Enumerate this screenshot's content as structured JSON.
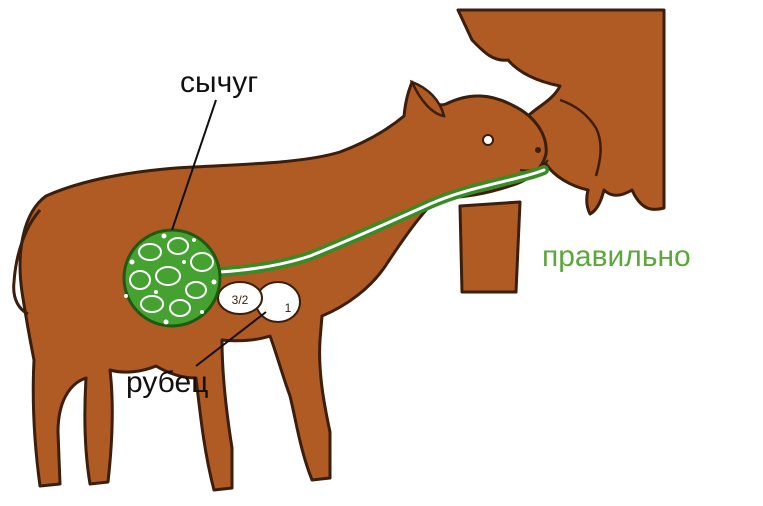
{
  "labels": {
    "abomasum": "сычуг",
    "rumen": "рубец",
    "correct": "правильно"
  },
  "stomach_numbers": {
    "one": "1",
    "two_three": "3/2"
  },
  "colors": {
    "cow": "#b05a24",
    "cow_dark": "#3b1e0b",
    "abomasum_green": "#45a130",
    "milk_path": "#ffffff",
    "correct_text": "#5aa83a",
    "label_text": "#111111"
  }
}
